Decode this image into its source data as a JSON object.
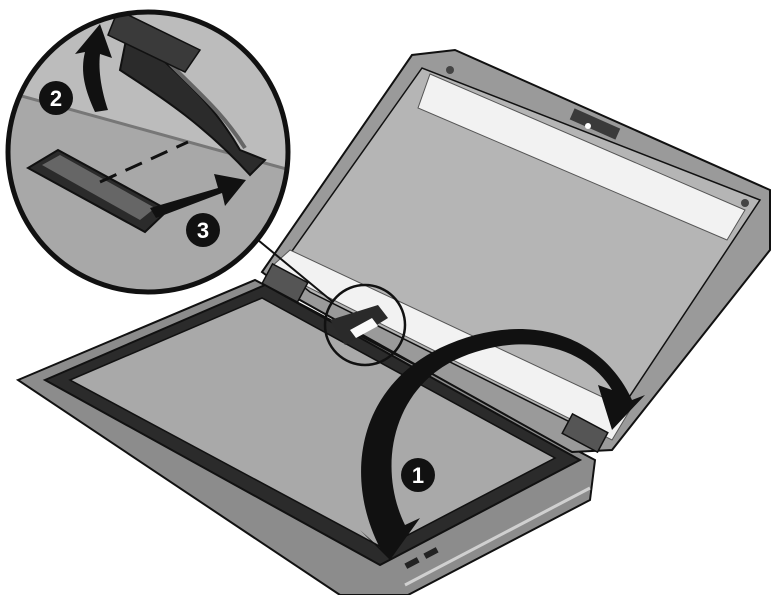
{
  "diagram": {
    "steps": [
      {
        "number": "1",
        "action": "rotate-display-panel"
      },
      {
        "number": "2",
        "action": "lift-cable-tape"
      },
      {
        "number": "3",
        "action": "slide-connector-out"
      }
    ],
    "colors": {
      "outline": "#111111",
      "base_shell": "#8c8c8c",
      "panel_face": "#a9a9a9",
      "screen_face": "#b5b5b5",
      "highlight_band": "#f2f2f2",
      "bezel": "#2b2b2b",
      "arrow": "#111111",
      "callout_bg": "#bcbcbc",
      "badge_text": "#ffffff"
    },
    "icons": [
      "rotate-arrow-icon",
      "lift-arrow-icon",
      "slide-arrow-icon",
      "connector-icon",
      "cable-icon",
      "magnifier-callout-icon"
    ]
  }
}
